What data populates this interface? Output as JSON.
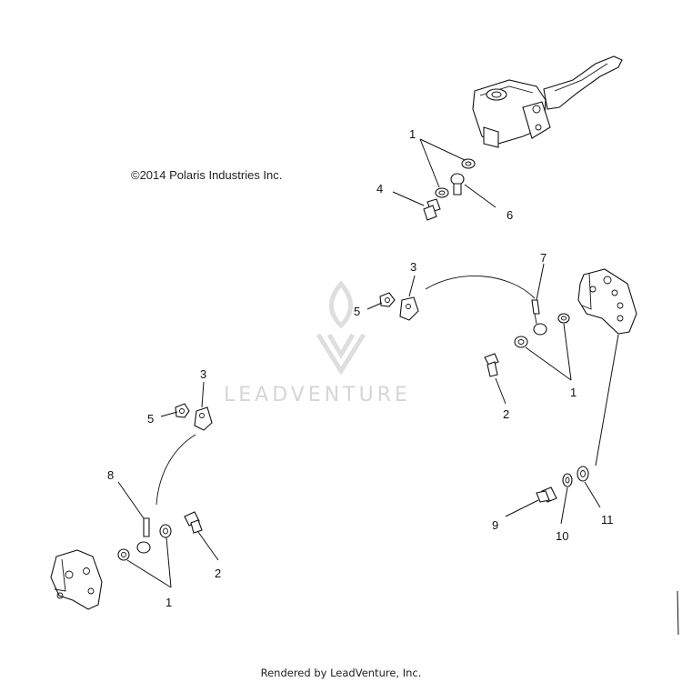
{
  "copyright": "©2014 Polaris Industries Inc.",
  "footer": "Rendered by LeadVenture, Inc.",
  "watermark": {
    "text": "LEADVENTURE"
  },
  "callouts": {
    "master_washer_1": "1",
    "master_bolt_4": "4",
    "master_fitting_6": "6",
    "right_clip_3": "3",
    "right_nut_5": "5",
    "right_hose_7": "7",
    "right_bolt_2": "2",
    "right_washers_1": "1",
    "left_clip_3": "3",
    "left_nut_5": "5",
    "left_hose_8": "8",
    "left_bolt_2": "2",
    "left_washers_1": "1",
    "bolt_9": "9",
    "washer_10": "10",
    "washer_11": "11"
  }
}
